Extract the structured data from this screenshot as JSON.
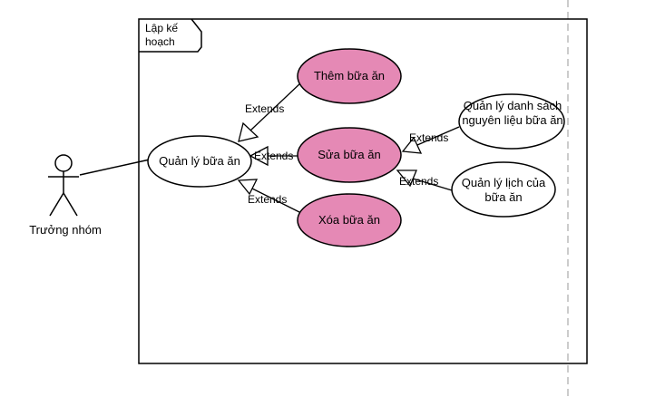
{
  "frame": {
    "title": "Lập kế hoạch"
  },
  "actor": {
    "name": "Trưởng nhóm"
  },
  "use_cases": {
    "manage_meals": "Quản lý bữa ăn",
    "add_meal": "Thêm bữa ăn",
    "edit_meal": "Sửa bữa ăn",
    "delete_meal": "Xóa bữa ăn",
    "manage_ingredients": "Quản lý danh sách nguyên liệu bữa ăn",
    "manage_schedule": "Quản lý lịch của bữa ăn"
  },
  "relations": {
    "extends_label": "Extends"
  },
  "colors": {
    "highlight_fill": "#e589b5",
    "default_fill": "#ffffff",
    "stroke": "#000000"
  }
}
